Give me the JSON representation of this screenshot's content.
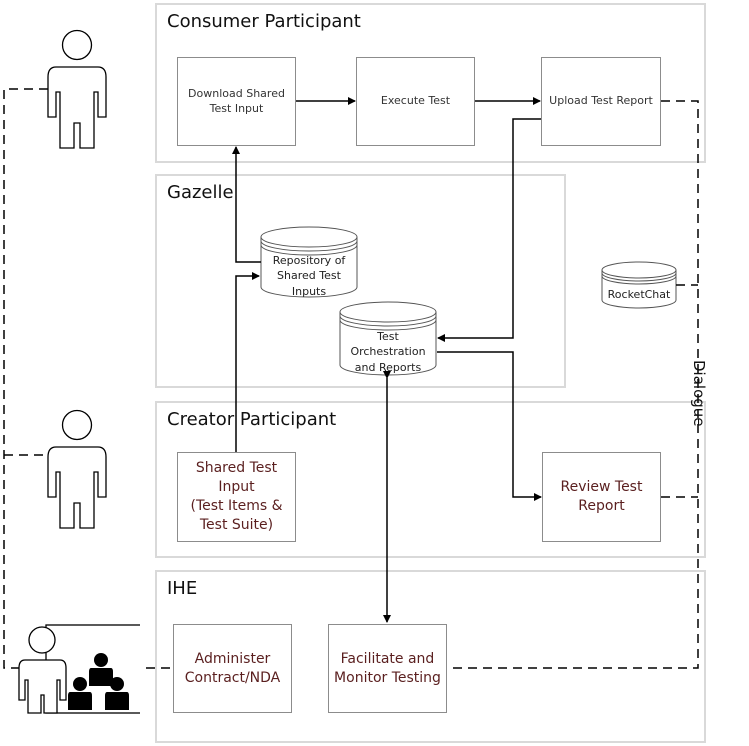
{
  "containers": {
    "consumer": {
      "title": "Consumer Participant"
    },
    "gazelle": {
      "title": "Gazelle"
    },
    "creator": {
      "title": "Creator Participant"
    },
    "ihe": {
      "title": "IHE"
    }
  },
  "processes": {
    "download": {
      "label": "Download Shared Test Input"
    },
    "execute": {
      "label": "Execute Test"
    },
    "upload": {
      "label": "Upload Test Report"
    },
    "shared_input": {
      "label": "Shared Test\nInput\n(Test Items &\nTest Suite)"
    },
    "review": {
      "label": "Review Test\nReport"
    },
    "administer": {
      "label": "Administer\nContract/NDA"
    },
    "facilitate": {
      "label": "Facilitate and\nMonitor Testing"
    }
  },
  "datastores": {
    "repository": {
      "label": "Repository of\nShared Test\nInputs"
    },
    "orchestration": {
      "label": "Test\nOrchestration\nand Reports"
    },
    "rocketchat": {
      "label": "RocketChat"
    }
  },
  "side_label": "Dialogue",
  "actors": {
    "consumer": {
      "icon": "person-icon"
    },
    "creator": {
      "icon": "person-icon"
    },
    "ihe": {
      "icon": "presenter-with-group-icon"
    }
  },
  "colors": {
    "container_border": "#d9d9d9",
    "box_border": "#8c8c8c",
    "red_text": "#5a1f1f",
    "line": "#000000"
  }
}
